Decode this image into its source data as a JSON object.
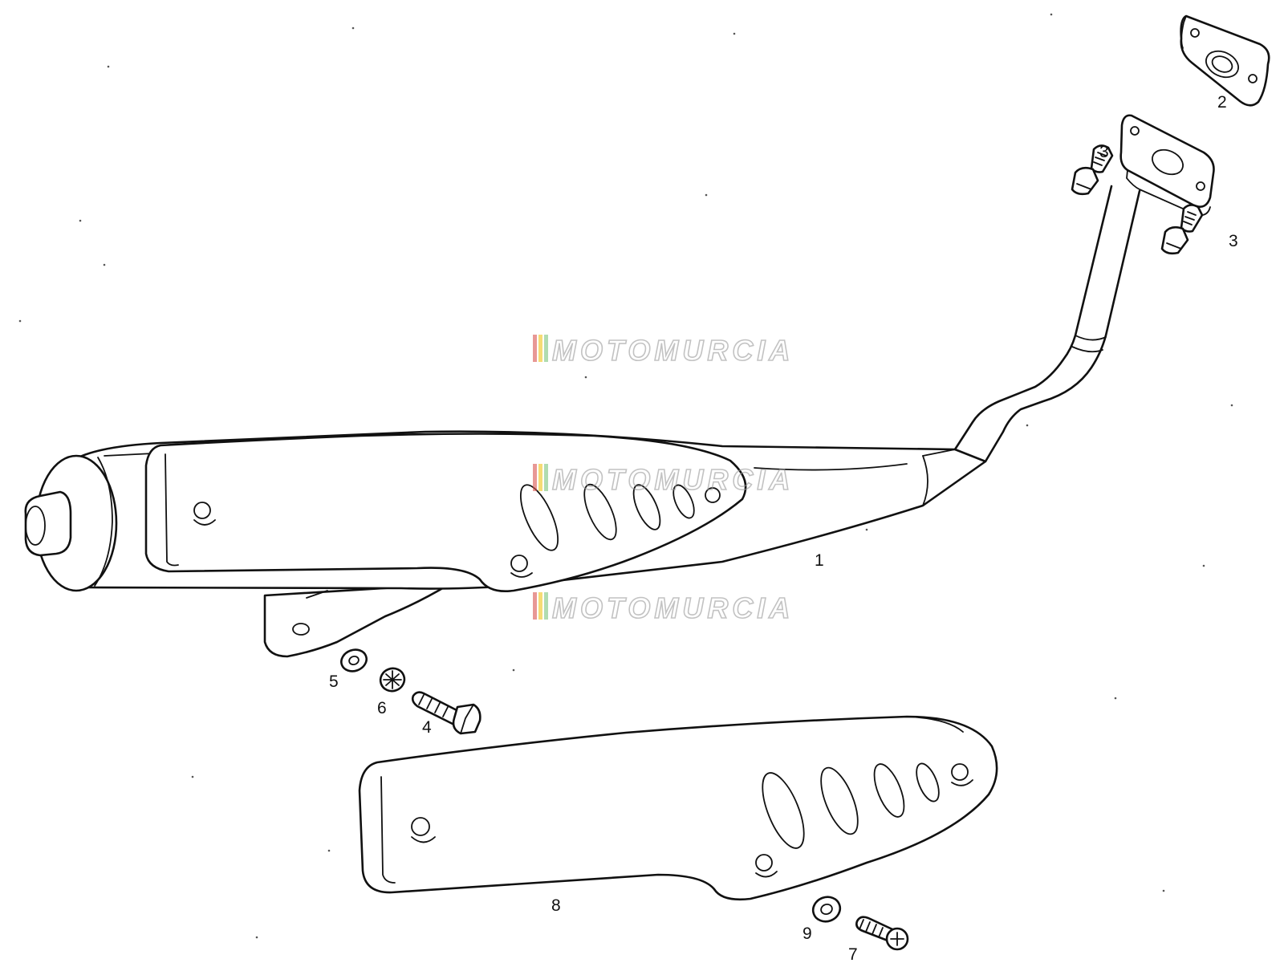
{
  "diagram": {
    "watermark": "MOTOMURCIA",
    "watermark_colors": [
      "#d9534f",
      "#f0c419",
      "#7cc47c"
    ],
    "callouts": [
      "1",
      "2",
      "3",
      "3",
      "4",
      "5",
      "6",
      "7",
      "8",
      "9"
    ]
  }
}
